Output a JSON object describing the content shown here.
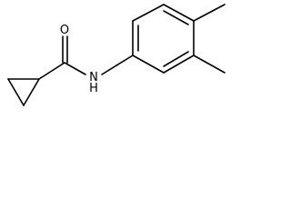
{
  "structure": {
    "atom_labels": {
      "oxygen": "O",
      "amide_nitrogen": "N",
      "amide_hydrogen": "H"
    },
    "colors": {
      "background": "#ffffff",
      "ink": "#000000"
    }
  }
}
